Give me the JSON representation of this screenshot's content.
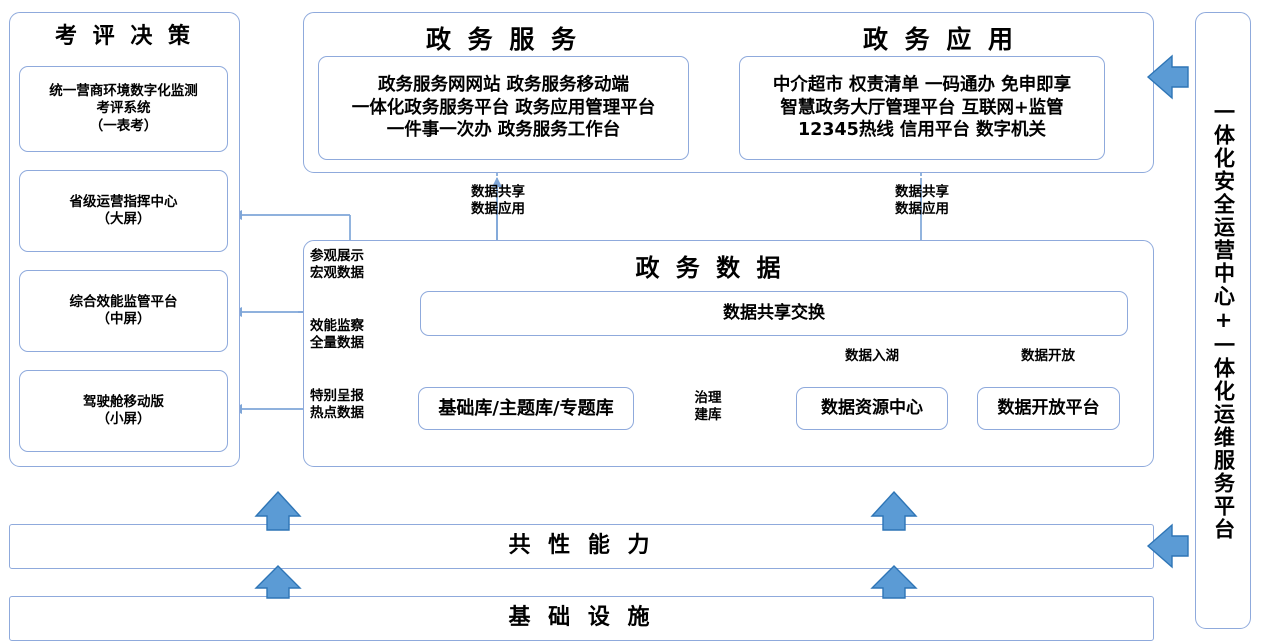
{
  "diagram": {
    "title_left": "考 评 决 策",
    "title_service": "政 务 服 务",
    "title_app": "政 务 应 用",
    "title_data": "政 务 数 据",
    "accent_border": "#8FAADC",
    "accent_arrow": "#5B9BD5",
    "arrow_stroke": "#2E75B6",
    "connector_line": "#7FA6D8"
  },
  "left_column": {
    "boxes": [
      {
        "lines": [
          "统一营商环境数字化监测",
          "考评系统",
          "（一表考）"
        ]
      },
      {
        "lines": [
          "省级运营指挥中心",
          "（大屏）"
        ]
      },
      {
        "lines": [
          "综合效能监管平台",
          "（中屏）"
        ]
      },
      {
        "lines": [
          "驾驶舱移动版",
          "（小屏）"
        ]
      }
    ]
  },
  "service_box": {
    "lines": [
      "政务服务网网站 政务服务移动端",
      "一体化政务服务平台 政务应用管理平台",
      "一件事一次办 政务服务工作台"
    ]
  },
  "app_box": {
    "lines": [
      "中介超市 权责清单 一码通办 免申即享",
      "智慧政务大厅管理平台 互联网+监管",
      "12345热线 信用平台 数字机关"
    ]
  },
  "data_section": {
    "share_exchange": "数据共享交换",
    "library": "基础库/主题库/专题库",
    "resource_center": "数据资源中心",
    "open_platform": "数据开放平台"
  },
  "connector_labels": {
    "share_apply_left": [
      "数据共享",
      "数据应用"
    ],
    "share_apply_right": [
      "数据共享",
      "数据应用"
    ],
    "visit_macro": [
      "参观展示",
      "宏观数据"
    ],
    "efficiency_full": [
      "效能监察",
      "全量数据"
    ],
    "special_hot": [
      "特别呈报",
      "热点数据"
    ],
    "data_lake": "数据入湖",
    "data_open": "数据开放",
    "govern_build": [
      "治理",
      "建库"
    ]
  },
  "bottom_bars": {
    "common_capability": "共 性 能 力",
    "infrastructure": "基 础 设 施"
  },
  "right_bar": {
    "text": "一体化安全运营中心+一体化运维服务平台"
  },
  "icons": {
    "up_arrow": "up-block-arrow",
    "left_arrow": "left-block-arrow"
  }
}
